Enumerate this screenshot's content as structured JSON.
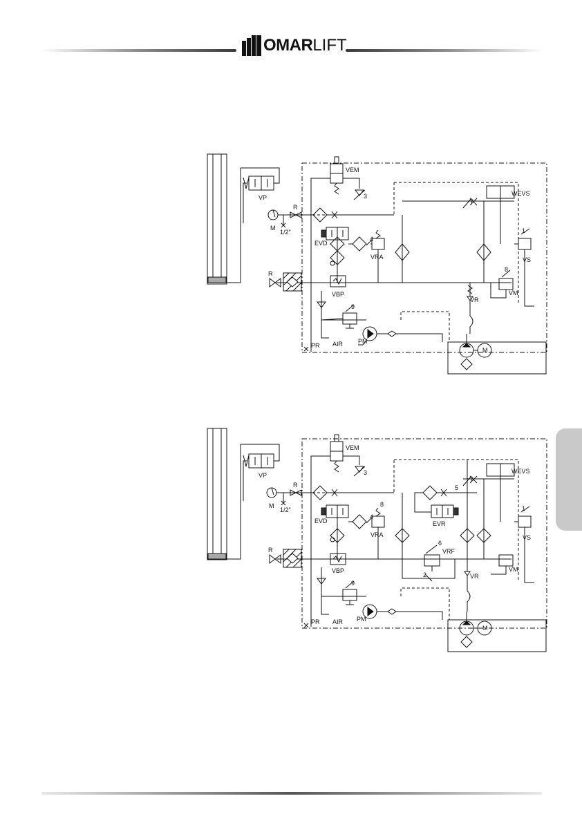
{
  "header": {
    "brand_bold": "OMAR",
    "brand_light": "LIFT"
  },
  "diagram1": {
    "labels": {
      "vem": "VEM",
      "vp": "VP",
      "wevs": "WEVS",
      "m": "M",
      "r_top": "R",
      "half_inch": "1/2\"",
      "evd": "EVD",
      "vra": "VRA",
      "vs": "VS",
      "r_bottom": "R",
      "vbp": "VBP",
      "vr": "VR",
      "vm": "VM",
      "air": "AIR",
      "pm": "PM",
      "pr": "PR",
      "motor": "M",
      "n1": "1",
      "n3": "3",
      "n4": "4",
      "n7": "7",
      "n8": "8",
      "n9": "9"
    }
  },
  "diagram2": {
    "labels": {
      "vem": "VEM",
      "vp": "VP",
      "wevs": "WEVS",
      "m": "M",
      "r_top": "R",
      "half_inch": "1/2\"",
      "evd": "EVD",
      "vra": "VRA",
      "evr": "EVR",
      "vs": "VS",
      "r_bottom": "R",
      "vbp": "VBP",
      "vrf": "VRF",
      "vr": "VR",
      "vm": "VM",
      "air": "AIR",
      "pm": "PM",
      "pr": "PR",
      "motor": "M",
      "n1": "1",
      "n2": "2",
      "n3": "3",
      "n4": "4",
      "n5": "5",
      "n6": "6",
      "n7": "7",
      "n8": "8",
      "n9": "9"
    }
  }
}
